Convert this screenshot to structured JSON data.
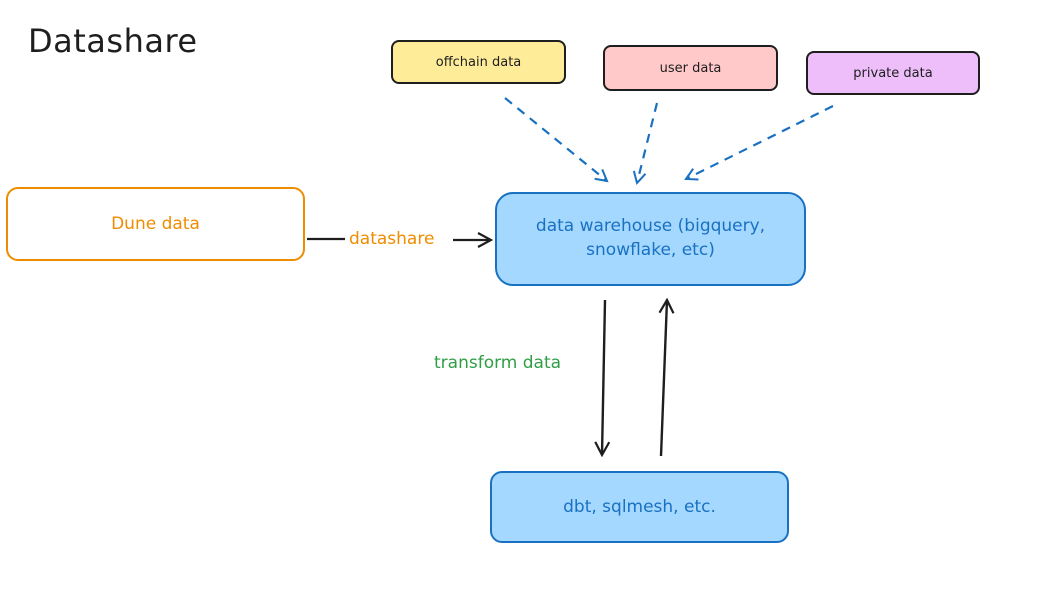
{
  "title": "Datashare",
  "nodes": {
    "offchain": {
      "label": "offchain data",
      "fill": "#ffec99",
      "stroke": "#1e1e1e"
    },
    "user": {
      "label": "user data",
      "fill": "#ffc9c9",
      "stroke": "#1e1e1e"
    },
    "private": {
      "label": "private data",
      "fill": "#eebefa",
      "stroke": "#1e1e1e"
    },
    "dune": {
      "label": "Dune data",
      "fill": "#ffffff",
      "stroke": "#f08c00"
    },
    "warehouse": {
      "label": "data warehouse (bigquery, snowflake, etc)",
      "fill": "#a5d8ff",
      "stroke": "#1971c2"
    },
    "dbt": {
      "label": "dbt, sqlmesh, etc.",
      "fill": "#a5d8ff",
      "stroke": "#1971c2"
    }
  },
  "edges": {
    "datashare": {
      "label": "datashare",
      "color": "#f08c00"
    },
    "transform": {
      "label": "transform data",
      "color": "#2f9e44"
    }
  }
}
